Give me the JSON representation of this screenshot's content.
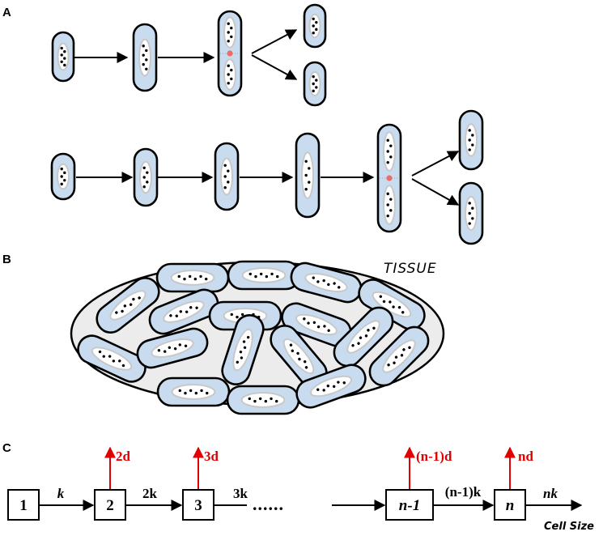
{
  "panels": {
    "a_label": "A",
    "b_label": "B",
    "c_label": "C"
  },
  "tissue": {
    "label": "TISSUE"
  },
  "chain": {
    "states": [
      "1",
      "2",
      "3",
      "n-1",
      "n"
    ],
    "rates": [
      "k",
      "2k",
      "3k",
      "(n-1)k",
      "nk"
    ],
    "deaths": [
      "2d",
      "3d",
      "(n-1)d",
      "nd"
    ],
    "ellipsis": "......",
    "axis_label": "Cell Size"
  },
  "colors": {
    "cell_fill": "#c9dcef",
    "nucleus_fill": "#ffffff",
    "nucleus_ring": "#c8c8c8",
    "tissue_fill": "#ececec",
    "division_dot": "#f06a6a",
    "death_arrow": "#e00000"
  }
}
